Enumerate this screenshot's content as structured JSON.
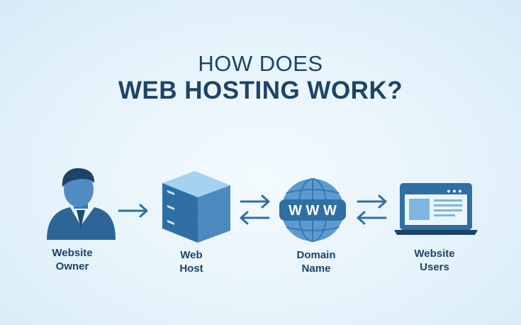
{
  "title": {
    "line1": "HOW DOES",
    "line2": "WEB HOSTING WORK?"
  },
  "nodes": [
    {
      "id": "website-owner",
      "icon": "person-icon",
      "label_line1": "Website",
      "label_line2": "Owner"
    },
    {
      "id": "web-host",
      "icon": "server-icon",
      "label_line1": "Web",
      "label_line2": "Host"
    },
    {
      "id": "domain-name",
      "icon": "globe-www-icon",
      "label_line1": "Domain",
      "label_line2": "Name",
      "globe_text": "W W W"
    },
    {
      "id": "website-users",
      "icon": "laptop-icon",
      "label_line1": "Website",
      "label_line2": "Users"
    }
  ],
  "connectors": [
    {
      "from": "website-owner",
      "to": "web-host",
      "direction": "one-way"
    },
    {
      "from": "web-host",
      "to": "domain-name",
      "direction": "two-way"
    },
    {
      "from": "domain-name",
      "to": "website-users",
      "direction": "two-way"
    }
  ],
  "colors": {
    "primary_dark": "#1d4466",
    "primary": "#2f6fa3",
    "primary_light": "#5b9bd0",
    "accent_light": "#8cc3ea"
  }
}
